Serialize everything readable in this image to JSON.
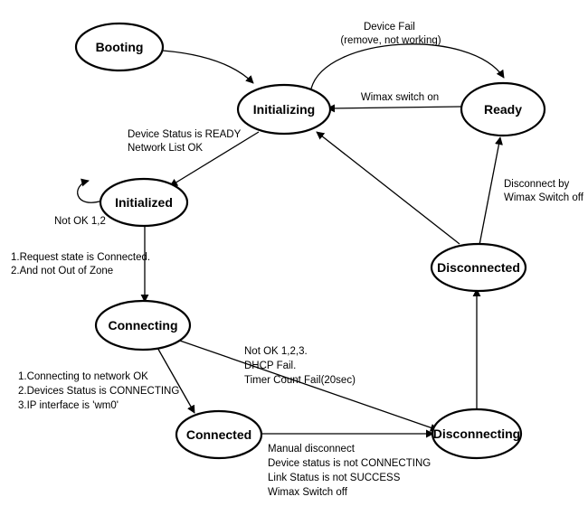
{
  "states": {
    "booting": "Booting",
    "initializing": "Initializing",
    "ready": "Ready",
    "initialized": "Initialized",
    "connecting": "Connecting",
    "connected": "Connected",
    "disconnecting": "Disconnecting",
    "disconnected": "Disconnected"
  },
  "transitions": {
    "initializing_to_ready": [
      "Device Fail",
      "(remove, not working)"
    ],
    "ready_to_initializing": [
      "Wimax switch on"
    ],
    "initializing_to_initialized": [
      "Device Status is READY",
      "Network List OK"
    ],
    "initialized_self_loop": [
      "Not OK 1,2"
    ],
    "initialized_to_connecting": [
      "1.Request state is Connected.",
      "2.And not Out of Zone"
    ],
    "connecting_to_connected": [
      "1.Connecting to network OK",
      "2.Devices Status is CONNECTING",
      "3.IP interface is 'wm0'"
    ],
    "connecting_to_disconnecting": [
      "Not OK 1,2,3.",
      "DHCP Fail.",
      "Timer Count Fail(20sec)"
    ],
    "connected_to_disconnecting": [
      "Manual disconnect",
      "Device status is not CONNECTING",
      "Link Status is not SUCCESS",
      "Wimax Switch off"
    ],
    "disconnected_to_ready": [
      "Disconnect by",
      "Wimax Switch off"
    ]
  }
}
